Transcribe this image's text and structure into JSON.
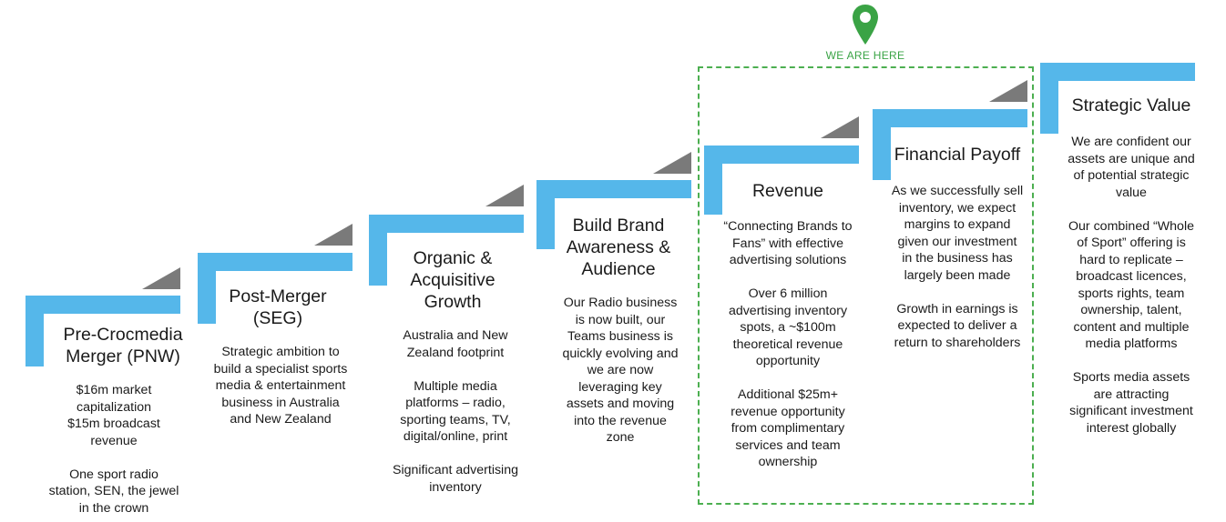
{
  "marker": {
    "label": "WE ARE HERE",
    "icon": "location-pin-icon",
    "color": "#3aa345"
  },
  "colors": {
    "step_bar": "#55b7ea",
    "step_triangle": "#7a7a7a",
    "highlight_border": "#4caf50"
  },
  "steps": [
    {
      "title": "Pre-Crocmedia\nMerger (PNW)",
      "description": "$16m market\ncapitalization\n$15m broadcast\nrevenue\n\nOne sport radio\nstation, SEN, the jewel\nin the crown"
    },
    {
      "title": "Post-Merger\n(SEG)",
      "description": "Strategic ambition to\nbuild a specialist sports\nmedia & entertainment\nbusiness in Australia\nand New Zealand"
    },
    {
      "title": "Organic &\nAcquisitive\nGrowth",
      "description": "Australia and New\nZealand footprint\n\nMultiple media\nplatforms – radio,\nsporting teams, TV,\ndigital/online, print\n\nSignificant advertising\ninventory"
    },
    {
      "title": "Build Brand\nAwareness &\nAudience",
      "description": "Our Radio business\nis now built, our\nTeams business is\nquickly evolving and\nwe are now\nleveraging key\nassets and moving\ninto the revenue\nzone"
    },
    {
      "title": "Revenue",
      "description": "“Connecting Brands to\nFans” with effective\nadvertising solutions\n\nOver 6 million\nadvertising inventory\nspots, a ~$100m\ntheoretical revenue\nopportunity\n\nAdditional $25m+\nrevenue opportunity\nfrom complimentary\nservices and team\nownership"
    },
    {
      "title": "Financial Payoff",
      "description": "As we successfully sell\ninventory, we expect\nmargins to expand\ngiven our investment\nin the business has\nlargely been made\n\nGrowth in earnings is\nexpected to deliver a\nreturn to shareholders"
    },
    {
      "title": "Strategic Value",
      "description": "We are confident our\nassets are unique and\nof potential strategic\nvalue\n\nOur combined “Whole\nof Sport” offering is\nhard to replicate –\nbroadcast licences,\nsports rights, team\nownership, talent,\ncontent and multiple\nmedia platforms\n\nSports media assets\nare attracting\nsignificant investment\ninterest globally"
    }
  ]
}
